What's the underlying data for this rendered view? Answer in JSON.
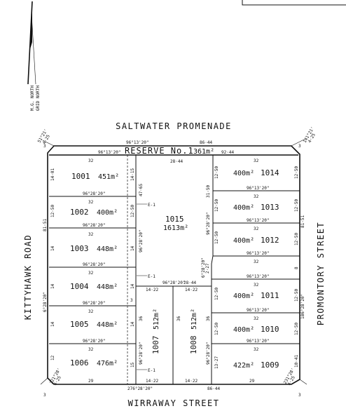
{
  "streets": {
    "north": "SALTWATER PROMENADE",
    "south": "WIRRAWAY STREET",
    "west": "KITTYHAWK ROAD",
    "east": "PROMONTORY STREET"
  },
  "reserve": {
    "name": "RESERVE No.1",
    "area": "361m²"
  },
  "north_arrow": {
    "labels": [
      "M.G. NORTH",
      "GRID NORTH"
    ]
  },
  "lots": [
    {
      "number": "1001",
      "area": "451m²"
    },
    {
      "number": "1002",
      "area": "400m²"
    },
    {
      "number": "1003",
      "area": "448m²"
    },
    {
      "number": "1004",
      "area": "448m²"
    },
    {
      "number": "1005",
      "area": "448m²"
    },
    {
      "number": "1006",
      "area": "476m²"
    },
    {
      "number": "1007",
      "area": "512m²"
    },
    {
      "number": "1008",
      "area": "512m²"
    },
    {
      "number": "1009",
      "area": "422m²"
    },
    {
      "number": "1010",
      "area": "400m²"
    },
    {
      "number": "1011",
      "area": "400m²"
    },
    {
      "number": "1012",
      "area": "400m²"
    },
    {
      "number": "1013",
      "area": "400m²"
    },
    {
      "number": "1014",
      "area": "400m²"
    },
    {
      "number": "1015",
      "area": "1613m²"
    }
  ],
  "dimensions": {
    "top_bearing": "96°13'20\"",
    "top_length": "86·44",
    "reserve_bearing": "96°13'20\"",
    "reserve_east_len": "92·44",
    "reserve_inner_len": "28·44",
    "top_left_corner": "51°21'",
    "top_left_corner_len": "4·25",
    "top_right_corner": "141°21'",
    "top_right_corner_len": "4·25",
    "left_bearing": "6°28'20\"",
    "left_length": "81·51",
    "right_bearing": "186°28'20\"",
    "right_length": "81·51",
    "bottom_bearing": "276°28'20\"",
    "bottom_length": "86·44",
    "bottom_left_corner": "321°28'",
    "bottom_left_corner_len": "4·25",
    "bottom_right_corner": "231°28'",
    "bottom_right_corner_len": "4·25",
    "row_bearing_w": "96°28'20\"",
    "row_bearing_e": "96°13'20\"",
    "mid_bearing": "96°28'20\"",
    "mid_length": "28·44",
    "lot_depth": "32",
    "bottom_depth": "29",
    "lot_1007_w": "14·22",
    "lot_1008_w": "14·22",
    "lot_1007_h": "36",
    "lot_1008_h": "36",
    "w_front_1001": "14·01",
    "w_front_1002": "12·50",
    "w_front_std": "14",
    "w_front_1006": "12",
    "e_front_std": "12·50",
    "e_front_1009": "10·41",
    "e_front_1009_b": "13·27",
    "lot_1015_w": "28·44",
    "lot_1015_h": "47·65",
    "lot_1015_side": "31·50",
    "lot_1015_side2": "14·15",
    "lot_1015_corner": "2·27",
    "lot_1015_corner_b": "6°28'20\"",
    "e1_a": "E-1",
    "e1_b": "E-1",
    "e1_c": "E-1",
    "e_width": "3",
    "side_8": "8",
    "side_15": "15",
    "side_36": "36",
    "mg_label": "M.G. NORTH",
    "grid_label": "GRID NORTH"
  }
}
